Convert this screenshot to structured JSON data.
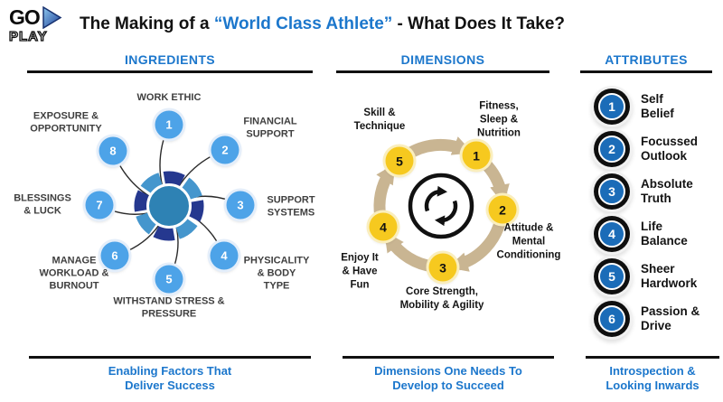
{
  "logo": {
    "top": "GO",
    "bottom": "PLAY"
  },
  "title": {
    "prefix": "The Making of a ",
    "highlight": "“World Class Athlete”",
    "suffix": " - What Does It Take?"
  },
  "ingredients": {
    "header": "INGREDIENTS",
    "caption": "Enabling Factors That\nDeliver Success",
    "items": [
      {
        "num": "1",
        "label": "WORK ETHIC"
      },
      {
        "num": "2",
        "label": "FINANCIAL\nSUPPORT"
      },
      {
        "num": "3",
        "label": "SUPPORT\nSYSTEMS"
      },
      {
        "num": "4",
        "label": "PHYSICALITY\n& BODY TYPE"
      },
      {
        "num": "5",
        "label": "WITHSTAND STRESS &\nPRESSURE"
      },
      {
        "num": "6",
        "label": "MANAGE\nWORKLOAD &\nBURNOUT"
      },
      {
        "num": "7",
        "label": "BLESSINGS\n& LUCK"
      },
      {
        "num": "8",
        "label": "EXPOSURE &\nOPPORTUNITY"
      }
    ]
  },
  "dimensions": {
    "header": "DIMENSIONS",
    "caption": "Dimensions One Needs To\nDevelop to Succeed",
    "items": [
      {
        "num": "1",
        "label": "Fitness, Sleep &\nNutrition"
      },
      {
        "num": "2",
        "label": "Attitude &\nMental\nConditioning"
      },
      {
        "num": "3",
        "label": "Core Strength,\nMobility & Agility"
      },
      {
        "num": "4",
        "label": "Enjoy It\n& Have\nFun"
      },
      {
        "num": "5",
        "label": "Skill &\nTechnique"
      }
    ]
  },
  "attributes": {
    "header": "ATTRIBUTES",
    "caption": "Introspection &\nLooking Inwards",
    "items": [
      {
        "num": "1",
        "label": "Self\nBelief"
      },
      {
        "num": "2",
        "label": "Focussed\nOutlook"
      },
      {
        "num": "3",
        "label": "Absolute\nTruth"
      },
      {
        "num": "4",
        "label": "Life\nBalance"
      },
      {
        "num": "5",
        "label": "Sheer\nHardwork"
      },
      {
        "num": "6",
        "label": "Passion &\nDrive"
      }
    ]
  },
  "colors": {
    "accent_blue": "#1c77cc",
    "ingredient_circle_blue": "#4da3e8",
    "dimension_circle_yellow": "#f6c91f",
    "attribute_circle_blue": "#1b6cb8",
    "cycle_arrow_tan": "#c9b592",
    "hub_navy": "#25388f",
    "hub_light_blue": "#4596cd",
    "hub_center_teal": "#2e82b4"
  }
}
